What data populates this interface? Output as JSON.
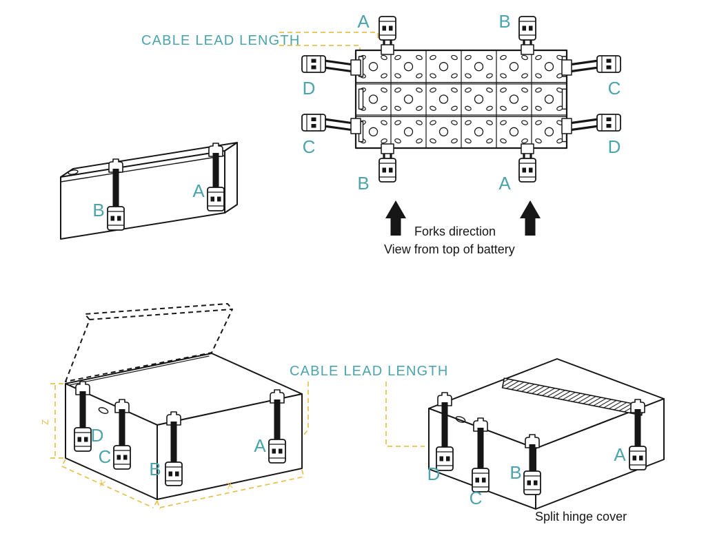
{
  "colors": {
    "teal": "#4ba4ac",
    "yellow": "#e8c04b",
    "ink": "#161616"
  },
  "annotations": {
    "cable_lead_length_top": "CABLE LEAD LENGTH",
    "cable_lead_length_bottom": "CABLE LEAD LENGTH"
  },
  "top_view": {
    "caption_line1": "Forks direction",
    "caption_line2": "View from top of battery",
    "terminals": {
      "top_left": "A",
      "top_right": "B",
      "side_left_upper": "D",
      "side_right_upper": "C",
      "side_left_lower": "C",
      "side_right_lower": "D",
      "bottom_left": "B",
      "bottom_right": "A"
    }
  },
  "small_battery": {
    "terminals": {
      "left": "B",
      "right": "A"
    }
  },
  "open_lid_box": {
    "terminals": {
      "d": "D",
      "c": "C",
      "b": "B",
      "a": "A"
    },
    "dimensions": {
      "x": "X",
      "y": "Y",
      "z": "Z"
    }
  },
  "split_cover_box": {
    "terminals": {
      "d": "D",
      "c": "C",
      "b": "B",
      "a": "A"
    },
    "caption": "Split hinge cover"
  }
}
